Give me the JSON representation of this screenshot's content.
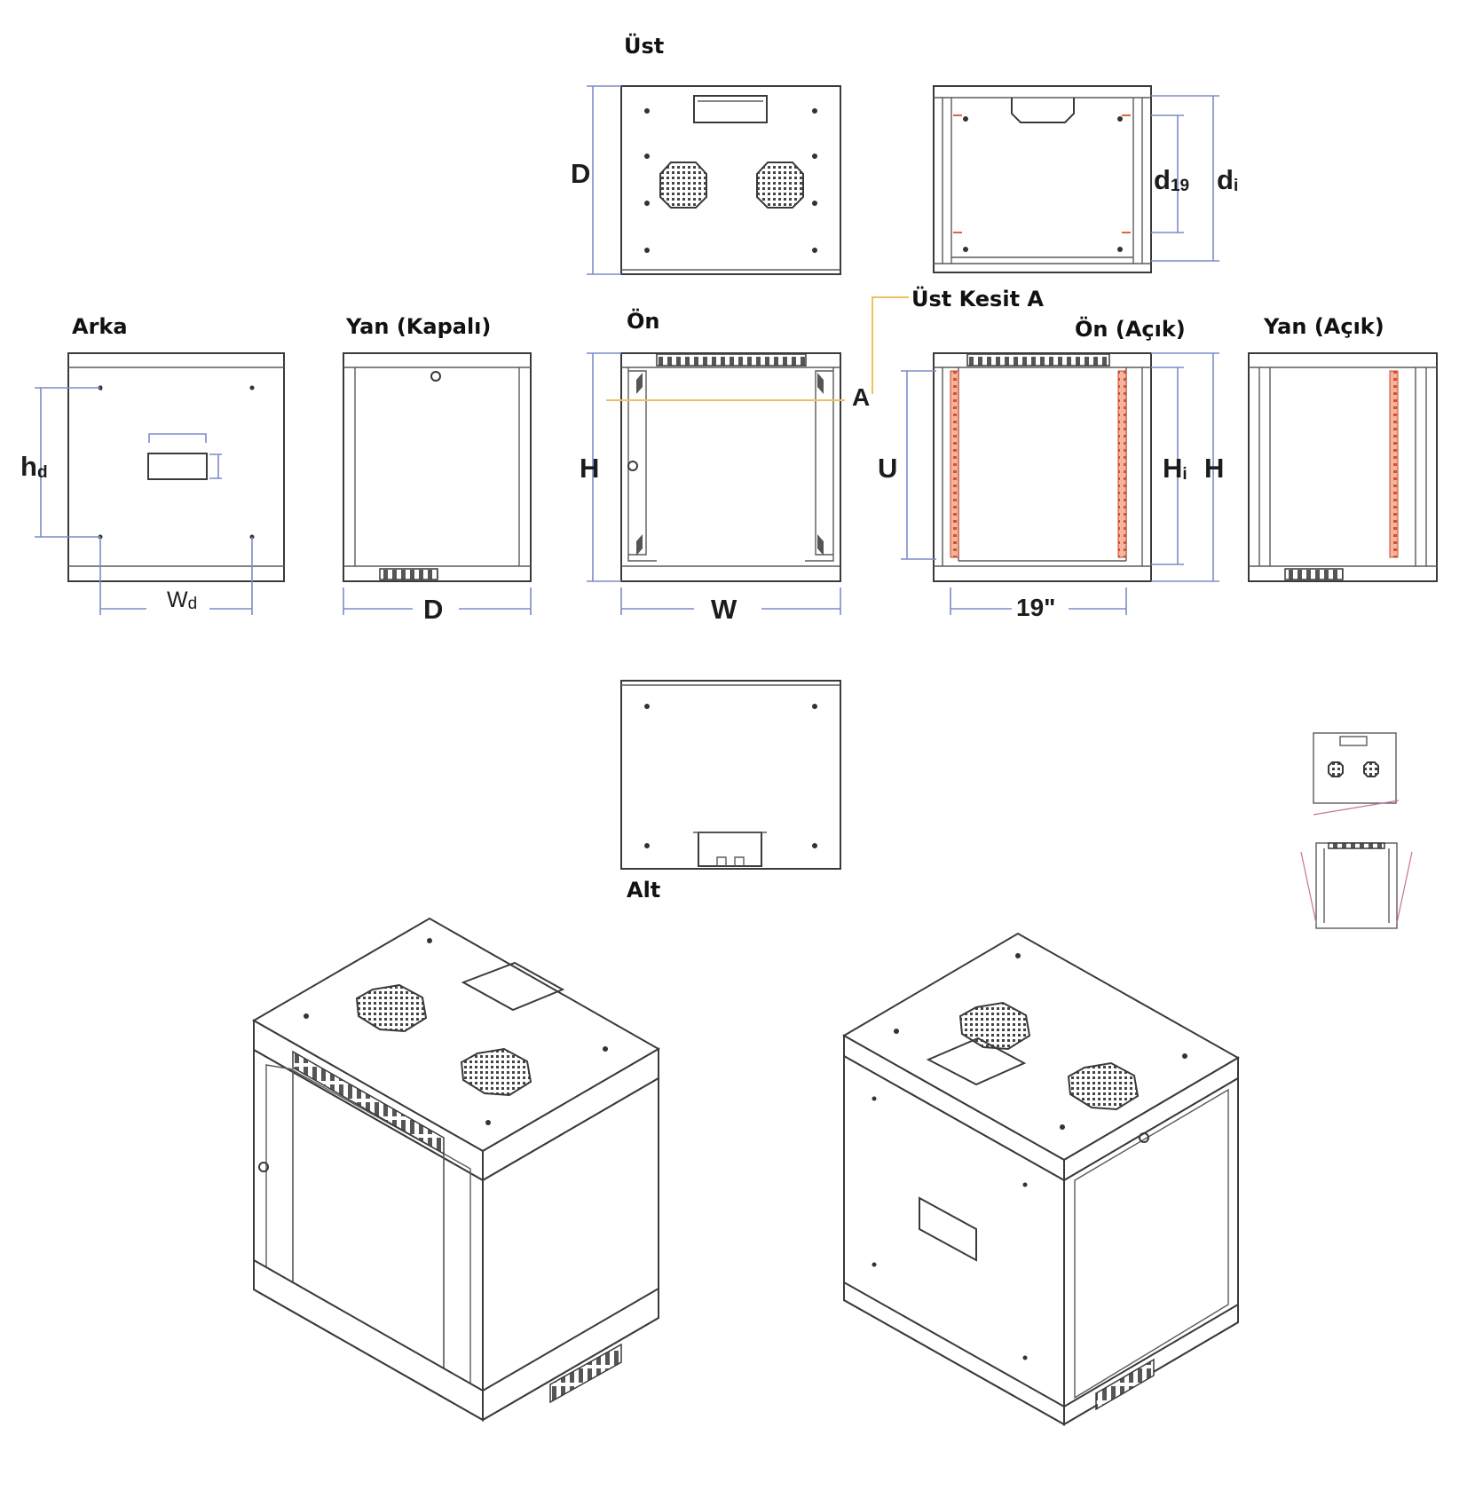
{
  "views": {
    "ust": "Üst",
    "arka": "Arka",
    "yan_kapali": "Yan (Kapalı)",
    "on": "Ön",
    "ust_kesit_a": "Üst Kesit A",
    "on_acik": "Ön (Açık)",
    "yan_acik": "Yan (Açık)",
    "alt": "Alt"
  },
  "dimensions": {
    "top_depth": "D",
    "section_d19_main": "d",
    "section_d19_sub": "19",
    "section_di_main": "d",
    "section_di_sub": "i",
    "section_marker": "A",
    "rear_hd_main": "h",
    "rear_hd_sub": "d",
    "rear_wd_main": "W",
    "rear_wd_sub": "d",
    "side_depth": "D",
    "front_height": "H",
    "front_width": "W",
    "open_usable": "U",
    "open_hi_main": "H",
    "open_hi_sub": "i",
    "open_height": "H",
    "open_rack_width": "19\""
  },
  "colors": {
    "line": "#3a3a3a",
    "dimension": "#7b8cc8",
    "section_line": "#f0c060",
    "rail": "#e0643c"
  }
}
